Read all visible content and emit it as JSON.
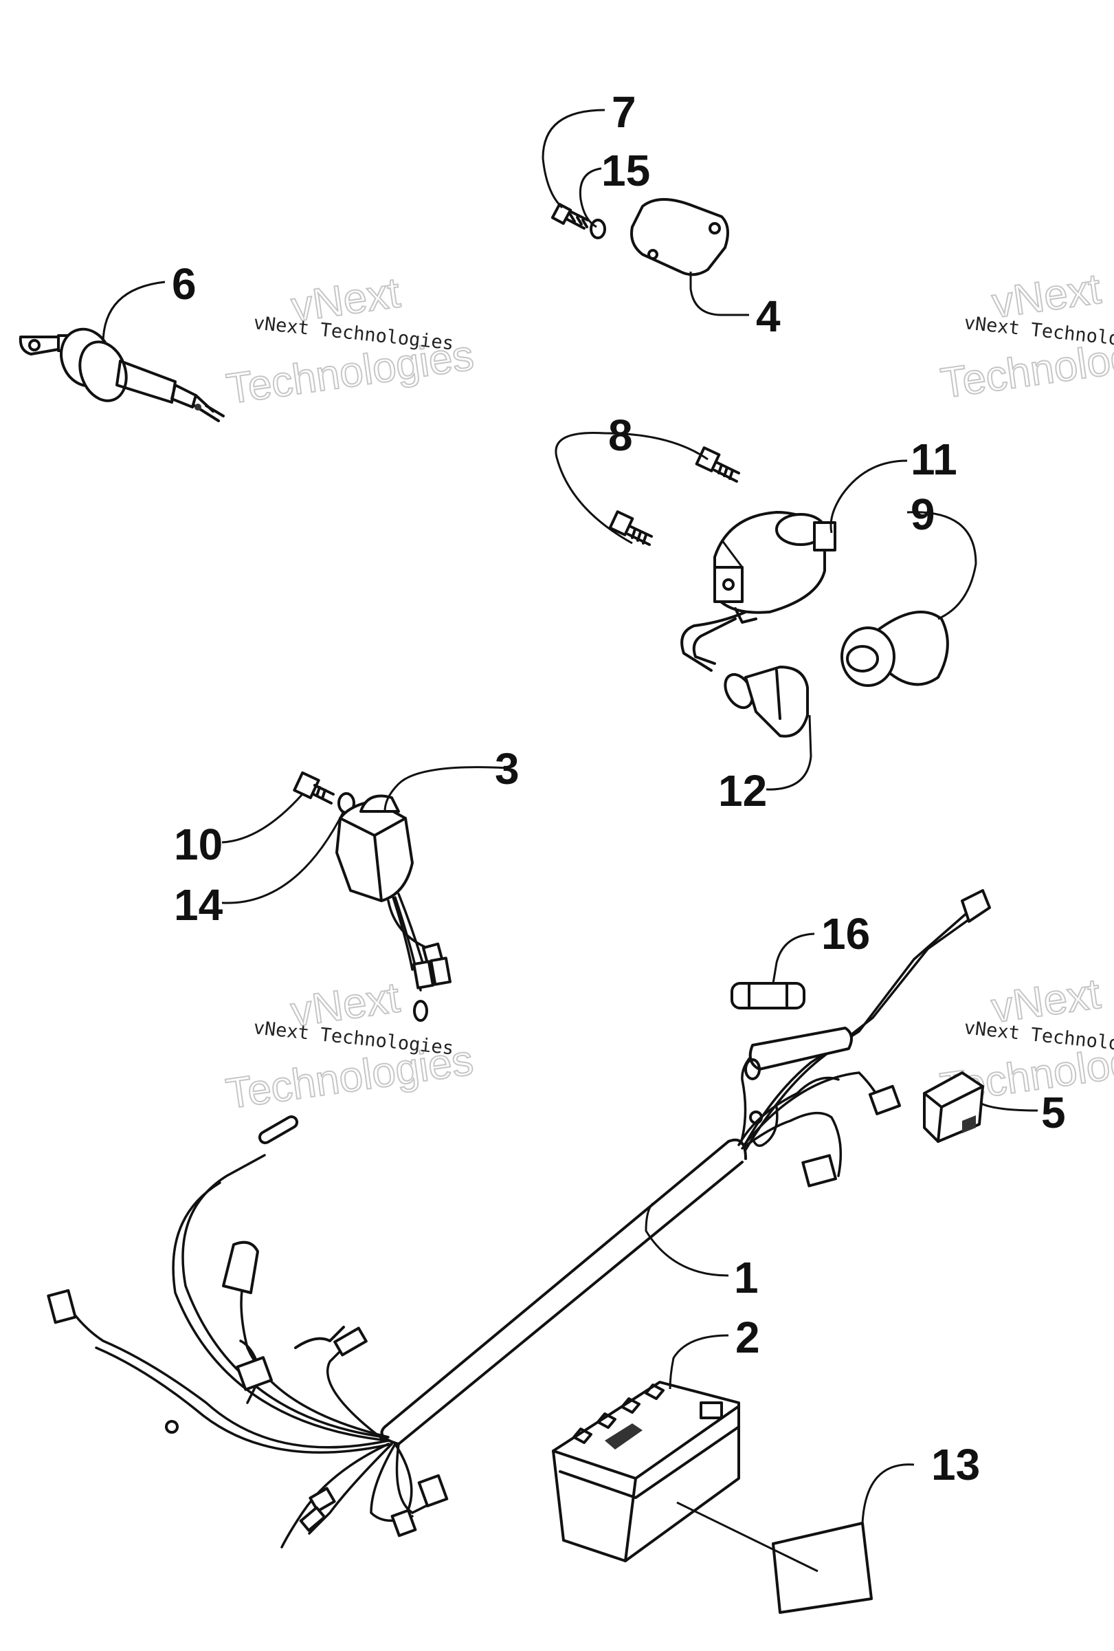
{
  "callouts": {
    "c1": "1",
    "c2": "2",
    "c3": "3",
    "c4": "4",
    "c5": "5",
    "c6": "6",
    "c7": "7",
    "c8": "8",
    "c9": "9",
    "c10": "10",
    "c11": "11",
    "c12": "12",
    "c13": "13",
    "c14": "14",
    "c15": "15",
    "c16": "16"
  },
  "watermark": {
    "line_small": "vNext Technologies",
    "big_1": "vNext",
    "big_2": "Technologies"
  },
  "colors": {
    "line": "#111111",
    "watermark": "#bdbdbd",
    "background": "#ffffff"
  }
}
